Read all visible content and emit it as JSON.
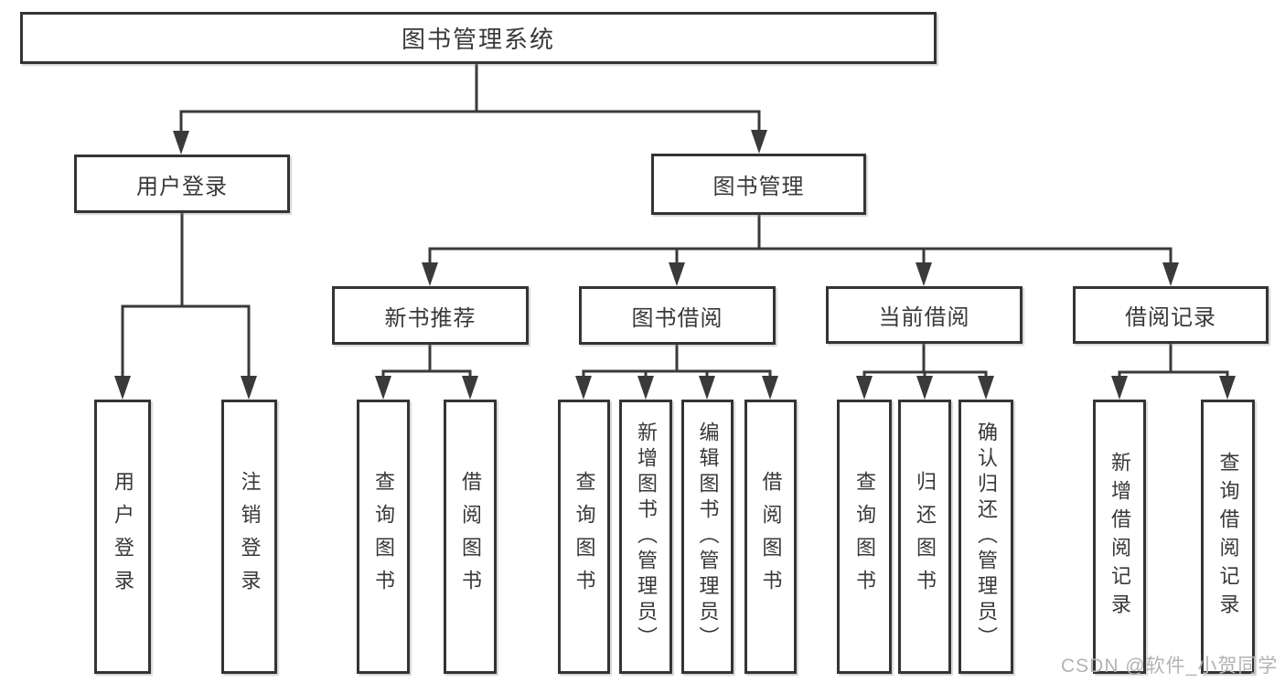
{
  "diagram": {
    "title": "图书管理系统",
    "type": "hierarchy-tree",
    "colors": {
      "line": "#3a3a3a",
      "box_border": "#343434",
      "box_fill": "#ffffff",
      "text": "#383838",
      "watermark": "#b3b3b3",
      "background": "#ffffff"
    }
  },
  "tree": {
    "label": "图书管理系统",
    "children": [
      {
        "label": "用户登录",
        "children": [
          {
            "label": "用户登录"
          },
          {
            "label": "注销登录"
          }
        ]
      },
      {
        "label": "图书管理",
        "children": [
          {
            "label": "新书推荐",
            "children": [
              {
                "label": "查询图书"
              },
              {
                "label": "借阅图书"
              }
            ]
          },
          {
            "label": "图书借阅",
            "children": [
              {
                "label": "查询图书"
              },
              {
                "label": "新增图书（管理员）"
              },
              {
                "label": "编辑图书（管理员）"
              },
              {
                "label": "借阅图书"
              }
            ]
          },
          {
            "label": "当前借阅",
            "children": [
              {
                "label": "查询图书"
              },
              {
                "label": "归还图书"
              },
              {
                "label": "确认归还（管理员）"
              }
            ]
          },
          {
            "label": "借阅记录",
            "children": [
              {
                "label": "新增借阅记录"
              },
              {
                "label": "查询借阅记录"
              }
            ]
          }
        ]
      }
    ]
  },
  "watermark": {
    "text": "CSDN @软件_小贺同学"
  }
}
